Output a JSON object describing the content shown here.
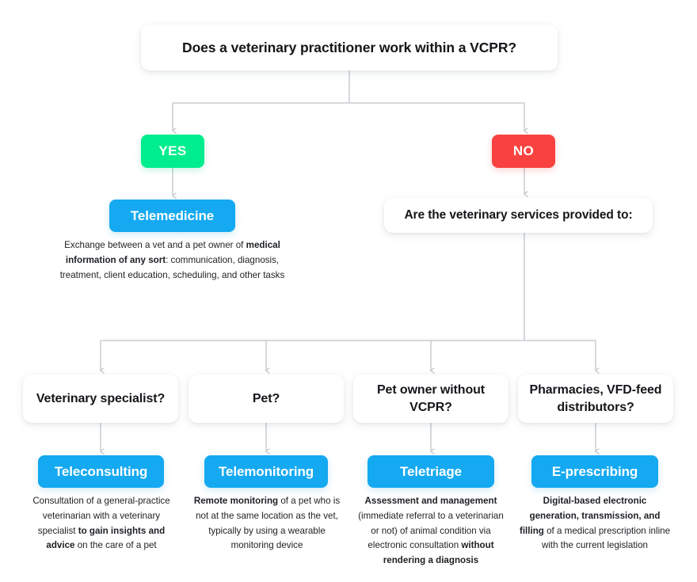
{
  "diagram": {
    "title": "Does a veterinary practitioner work within a VCPR?",
    "branch_yes": "YES",
    "branch_no": "NO",
    "services_question": "Are the veterinary services provided to:",
    "telemedicine": {
      "label": "Telemedicine",
      "description_parts": [
        {
          "text": "Exchange between a vet and a pet owner of ",
          "bold": false
        },
        {
          "text": "medical information of any sort",
          "bold": true
        },
        {
          "text": ": communication, diagnosis, treatment, client education, scheduling, and other tasks",
          "bold": false
        }
      ]
    },
    "branches": [
      {
        "question": "Veterinary specialist?",
        "result": "Teleconsulting",
        "description_parts": [
          {
            "text": "Consultation of a general-practice veterinarian with a veterinary specialist ",
            "bold": false
          },
          {
            "text": "to gain insights and advice",
            "bold": true
          },
          {
            "text": " on the care of a pet",
            "bold": false
          }
        ]
      },
      {
        "question": "Pet?",
        "result": "Telemonitoring",
        "description_parts": [
          {
            "text": "Remote monitoring",
            "bold": true
          },
          {
            "text": " of a pet who is not at the same location as the vet, typically by using a wearable monitoring device",
            "bold": false
          }
        ]
      },
      {
        "question": "Pet owner without VCPR?",
        "result": "Teletriage",
        "description_parts": [
          {
            "text": "Assessment and management",
            "bold": true
          },
          {
            "text": " (immediate referral to a veterinarian or not) of animal condition via electronic consultation ",
            "bold": false
          },
          {
            "text": "without rendering a diagnosis",
            "bold": true
          }
        ]
      },
      {
        "question": "Pharmacies, VFD-feed distributors?",
        "result": "E-prescribing",
        "description_parts": [
          {
            "text": "Digital-based electronic generation, transmission, and filling",
            "bold": true
          },
          {
            "text": " of a medical prescription inline with the current legislation",
            "bold": false
          }
        ]
      }
    ],
    "colors": {
      "yes": "#00ed8d",
      "no": "#f9423f",
      "result": "#14a9f0",
      "connector": "#c9ccd1",
      "background": "#ffffff",
      "text": "#14161a"
    }
  }
}
